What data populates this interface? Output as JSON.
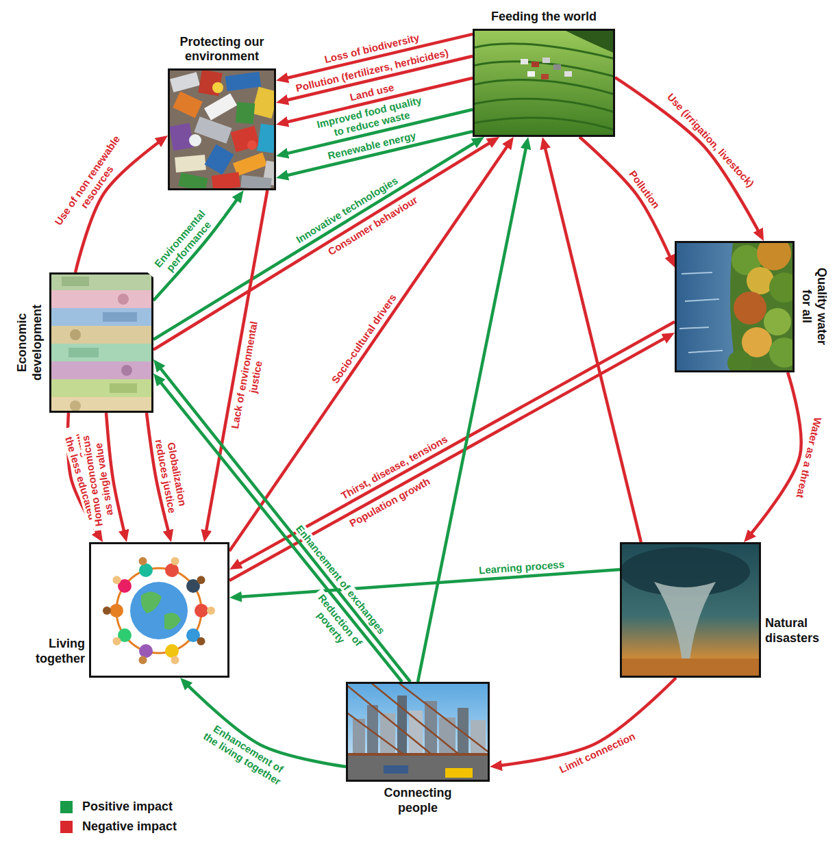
{
  "diagram": {
    "nodes": [
      {
        "text": [
          "Protecting our environment"
        ]
      },
      {
        "text": [
          "Feeding the world"
        ]
      },
      {
        "text": [
          "Quality water for all"
        ]
      },
      {
        "text": [
          "Natural disasters"
        ]
      },
      {
        "text": [
          "Connecting people"
        ]
      },
      {
        "text": [
          "Living together"
        ]
      },
      {
        "text": [
          "Economic development"
        ]
      }
    ],
    "edges": [
      {
        "from": 1,
        "to": 0,
        "label": "Loss of biodiversity",
        "arrow": "to"
      },
      {
        "from": 1,
        "to": 0,
        "label": "Pollution (fertilizers, herbicides)",
        "arrow": "to"
      },
      {
        "from": 1,
        "to": 0,
        "label": "Land use",
        "arrow": "to"
      },
      {
        "from": 1,
        "to": 0,
        "label": "Improved food quality to reduce waste",
        "arrow": "to"
      },
      {
        "from": 1,
        "to": 0,
        "label": "Renewable energy",
        "arrow": "to"
      },
      {
        "from": 1,
        "to": 2,
        "label": "Use (irrigation, livestock)",
        "arrow": "to"
      },
      {
        "from": 1,
        "to": 2,
        "label": "Pollution",
        "arrow": "to"
      },
      {
        "from": 2,
        "to": 3,
        "label": "Water as a threat",
        "arrow": "to"
      },
      {
        "from": 3,
        "to": 4,
        "label": "Limit connection",
        "arrow": "to"
      },
      {
        "from": 4,
        "to": 5,
        "label": "Enhancement of the living together",
        "arrow": "to"
      },
      {
        "from": 6,
        "to": 5,
        "label": "Marginalization of the less educated",
        "arrow": "to"
      },
      {
        "from": 6,
        "to": 5,
        "label": "Homo economicus as single value",
        "arrow": "to"
      },
      {
        "from": 6,
        "to": 5,
        "label": "Globalization reduces justice",
        "arrow": "to"
      },
      {
        "from": 6,
        "to": 0,
        "label": "Use of non renewable resources",
        "arrow": "to"
      },
      {
        "from": 6,
        "to": 0,
        "label": "Environmental performance",
        "arrow": "to"
      },
      {
        "from": 6,
        "to": 1,
        "label": "Innovative technologies",
        "arrow": "to"
      },
      {
        "from": 6,
        "to": 1,
        "label": "Consumer behaviour",
        "arrow": "to"
      },
      {
        "from": 0,
        "to": 5,
        "label": "Lack of environmental justice",
        "arrow": "to"
      },
      {
        "from": 5,
        "to": 1,
        "label": "Socio-cultural drivers",
        "arrow": "to"
      },
      {
        "from": 2,
        "to": 5,
        "label": "Thirst, disease, tensions",
        "arrow": "to"
      },
      {
        "from": 5,
        "to": 2,
        "label": "Population growth",
        "arrow": "to"
      },
      {
        "from": 3,
        "to": 5,
        "label": "Learning process",
        "arrow": "to"
      },
      {
        "from": 3,
        "to": 1,
        "arrow": "to"
      },
      {
        "from": 4,
        "to": 1,
        "arrow": "to"
      },
      {
        "from": 4,
        "to": 6,
        "label": "Enhancement of exchanges",
        "arrow": "to"
      },
      {
        "from": 4,
        "to": 6,
        "label": "Reduction of poverty",
        "arrow": "to"
      }
    ],
    "legend": [
      {
        "text": "Positive impact",
        "color": "#179b48"
      },
      {
        "text": "Negative impact",
        "color": "#d9272e"
      }
    ]
  }
}
